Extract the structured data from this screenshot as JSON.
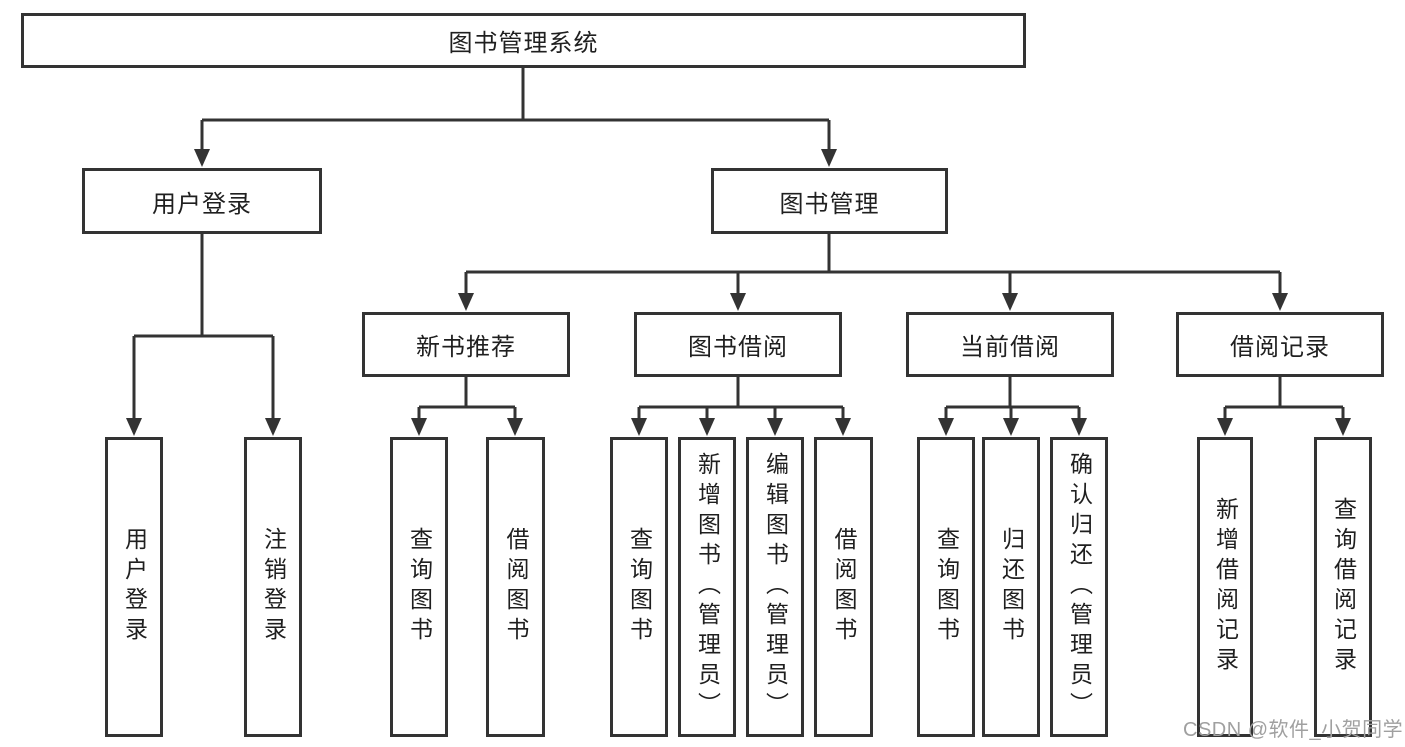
{
  "tree": {
    "root": {
      "label": "图书管理系统"
    },
    "branches": [
      {
        "label": "用户登录",
        "children": [
          {
            "label": "用户登录"
          },
          {
            "label": "注销登录"
          }
        ]
      },
      {
        "label": "图书管理",
        "sections": [
          {
            "label": "新书推荐",
            "children": [
              {
                "label": "查询图书"
              },
              {
                "label": "借阅图书"
              }
            ]
          },
          {
            "label": "图书借阅",
            "children": [
              {
                "label": "查询图书"
              },
              {
                "label": "新增图书（管理员）"
              },
              {
                "label": "编辑图书（管理员）"
              },
              {
                "label": "借阅图书"
              }
            ]
          },
          {
            "label": "当前借阅",
            "children": [
              {
                "label": "查询图书"
              },
              {
                "label": "归还图书"
              },
              {
                "label": "确认归还（管理员）"
              }
            ]
          },
          {
            "label": "借阅记录",
            "children": [
              {
                "label": "新增借阅记录"
              },
              {
                "label": "查询借阅记录"
              }
            ]
          }
        ]
      }
    ]
  },
  "watermark": {
    "text": "CSDN @软件_小贺同学"
  },
  "colors": {
    "line": "#333333",
    "border": "#333333",
    "text": "#1f1f1f",
    "watermark": "#a0a0a0",
    "background": "#ffffff"
  }
}
